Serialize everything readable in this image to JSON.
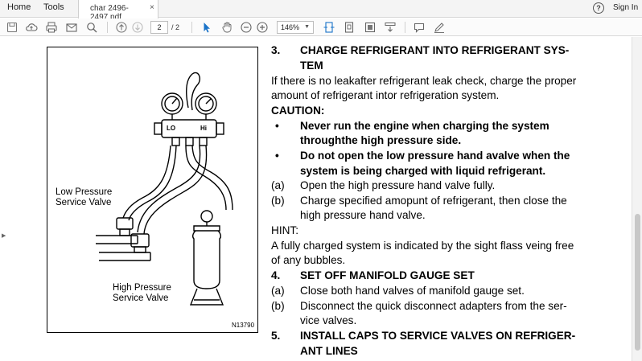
{
  "menu": {
    "home": "Home",
    "tools": "Tools"
  },
  "tab": {
    "title": "char 2496-2497.pdf",
    "close": "×"
  },
  "account": {
    "help": "?",
    "sign_in": "Sign In"
  },
  "toolbar": {
    "page_current": "2",
    "page_total": "/ 2",
    "zoom": "146%"
  },
  "figure": {
    "low_pressure_line1": "Low Pressure",
    "low_pressure_line2": "Service Valve",
    "high_pressure_line1": "High Pressure",
    "high_pressure_line2": "Service Valve",
    "gauge_lo": "LO",
    "gauge_hi": "Hi",
    "code": "N13790"
  },
  "content": {
    "s3_num": "3.",
    "s3_title_1": "CHARGE REFRIGERANT INTO REFRIGERANT SYS-",
    "s3_title_2": "TEM",
    "s3_p1": "If there is no leakafter refrigerant leak check, charge the proper",
    "s3_p2": "amount of refrigerant intor refrigeration system.",
    "caution": "CAUTION:",
    "bullet": "•",
    "b1_1": "Never run the engine when charging the system",
    "b1_2": "throughthe high pressure side.",
    "b2_1": "Do not open the low pressure hand avalve when the",
    "b2_2": "system is being charged with liquid refrigerant.",
    "a_lbl": "(a)",
    "a_txt": "Open the high pressure hand valve fully.",
    "b_lbl": "(b)",
    "b_txt1": "Charge specified amopunt of refrigerant, then close the",
    "b_txt2": "high pressure hand valve.",
    "hint": "HINT:",
    "hint_1": "A fully charged system is indicated by the sight flass veing free",
    "hint_2": "of any bubbles.",
    "s4_num": "4.",
    "s4_title": "SET OFF MANIFOLD GAUGE SET",
    "s4a_lbl": "(a)",
    "s4a_txt": "Close both hand valves of manifold gauge set.",
    "s4b_lbl": "(b)",
    "s4b_txt1": "Disconnect the quick disconnect adapters from the ser-",
    "s4b_txt2": "vice valves.",
    "s5_num": "5.",
    "s5_title_1": "INSTALL CAPS TO SERVICE VALVES ON REFRIGER-",
    "s5_title_2": "ANT LINES"
  }
}
